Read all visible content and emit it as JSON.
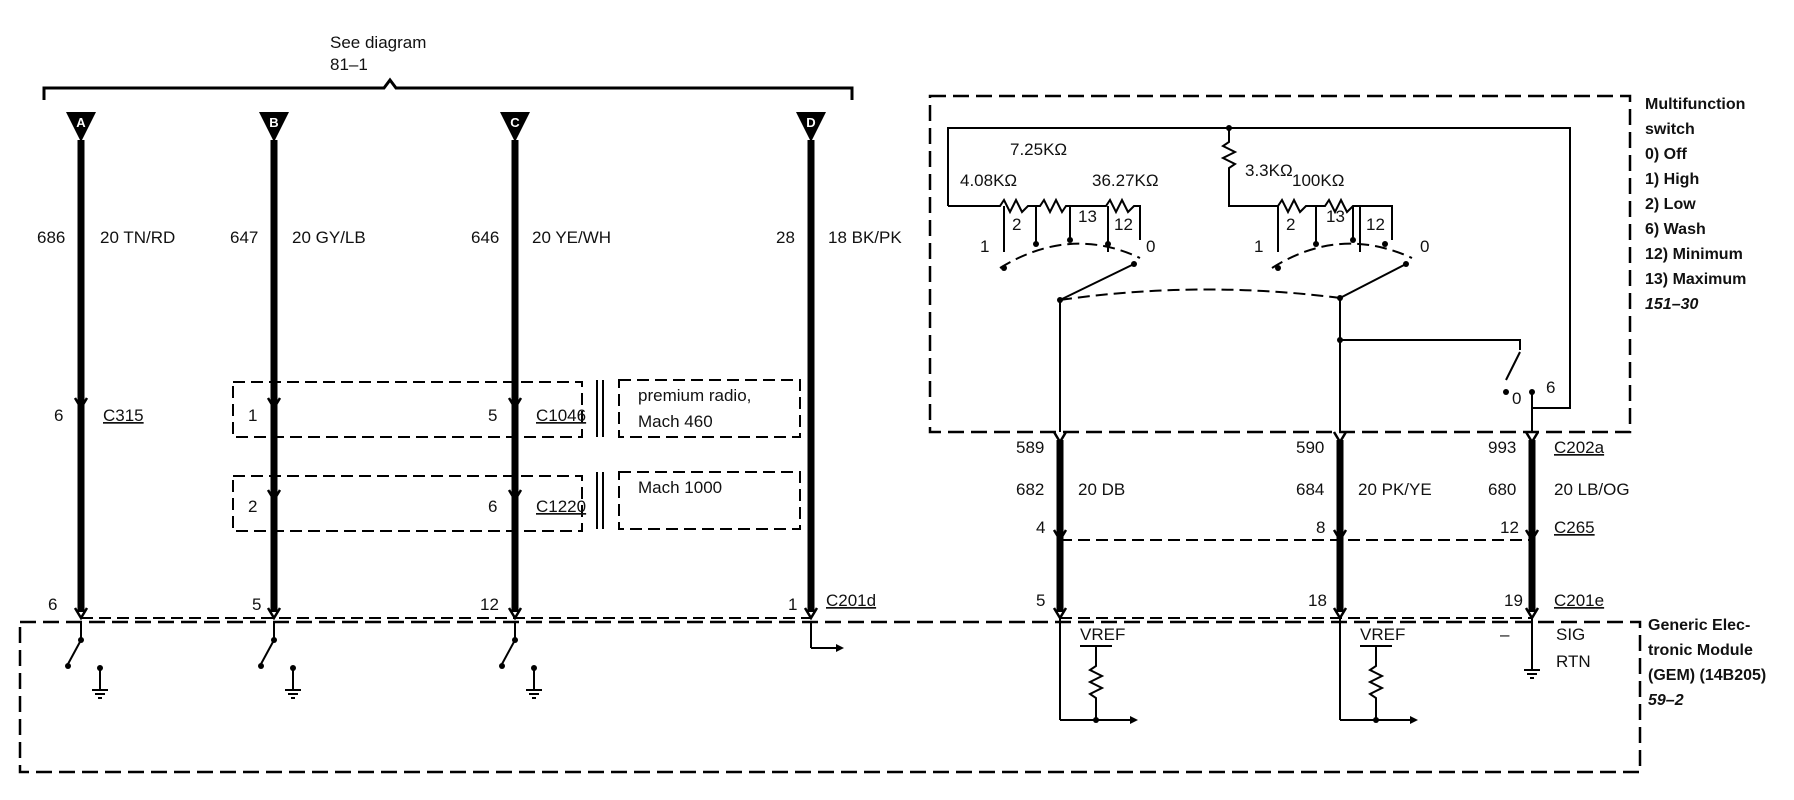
{
  "see_diagram": {
    "line1": "See diagram",
    "line2": "81–1"
  },
  "connectors": [
    {
      "letter": "A",
      "circuit": "686",
      "wire": "20 TN/RD"
    },
    {
      "letter": "B",
      "circuit": "647",
      "wire": "20 GY/LB"
    },
    {
      "letter": "C",
      "circuit": "646",
      "wire": "20 YE/WH"
    },
    {
      "letter": "D",
      "circuit": "28",
      "wire": "18 BK/PK"
    }
  ],
  "c315": {
    "pin": "6",
    "name": "C315"
  },
  "c1046": {
    "pin_b": "1",
    "pin_c": "5",
    "name": "C1046",
    "note1": "premium radio,",
    "note2": "Mach 460"
  },
  "c1220": {
    "pin_b": "2",
    "pin_c": "6",
    "name": "C1220",
    "note": "Mach 1000"
  },
  "c201d": {
    "pins": [
      "6",
      "5",
      "12",
      "1"
    ],
    "name": "C201d"
  },
  "switch": {
    "title1": "Multifunction",
    "title2": "switch",
    "modes": [
      "0)   Off",
      "1)   High",
      "2)   Low",
      "6)   Wash",
      "12) Minimum",
      "13) Maximum"
    ],
    "ref": "151–30",
    "r1": "7.25KΩ",
    "r2": "4.08KΩ",
    "r3": "36.27KΩ",
    "r4": "3.3KΩ",
    "r5": "100KΩ",
    "pos": {
      "p1": "1",
      "p2": "2",
      "p13": "13",
      "p12": "12",
      "p0": "0",
      "p6": "6"
    }
  },
  "right_wires": [
    {
      "c202a": "589",
      "circuit": "682",
      "wire": "20 DB",
      "c265": "4",
      "c201e": "5"
    },
    {
      "c202a": "590",
      "circuit": "684",
      "wire": "20 PK/YE",
      "c265": "8",
      "c201e": "18"
    },
    {
      "c202a": "993",
      "circuit": "680",
      "wire": "20 LB/OG",
      "c265": "12",
      "c201e": "19"
    }
  ],
  "conn_names": {
    "c202a": "C202a",
    "c265": "C265",
    "c201e": "C201e"
  },
  "gem": {
    "line1": "Generic Elec-",
    "line2": "tronic Module",
    "line3": "(GEM) (14B205)",
    "ref": "59–2",
    "vref": "VREF",
    "sig": "SIG",
    "rtn": "RTN",
    "minus": "–"
  }
}
